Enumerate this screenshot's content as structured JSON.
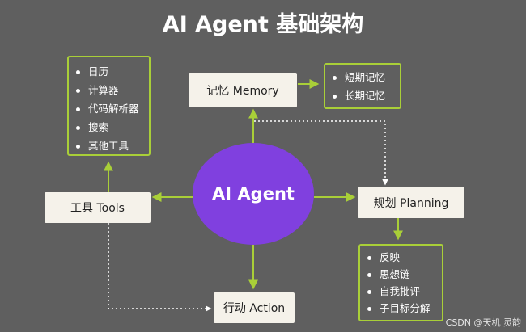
{
  "title": "AI Agent 基础架构",
  "center": "AI Agent",
  "nodes": {
    "memory": "记忆 Memory",
    "tools": "工具 Tools",
    "planning": "规划 Planning",
    "action": "行动 Action"
  },
  "tools_list": [
    "日历",
    "计算器",
    "代码解析器",
    "搜索",
    "其他工具"
  ],
  "memory_list": [
    "短期记忆",
    "长期记忆"
  ],
  "planning_list": [
    "反映",
    "思想链",
    "自我批评",
    "子目标分解"
  ],
  "watermark": "CSDN @天机 灵韵",
  "colors": {
    "background": "#5f5f5f",
    "agent": "#8040df",
    "accent_green": "#a9cf38",
    "node_fill": "#f5f2ea"
  }
}
